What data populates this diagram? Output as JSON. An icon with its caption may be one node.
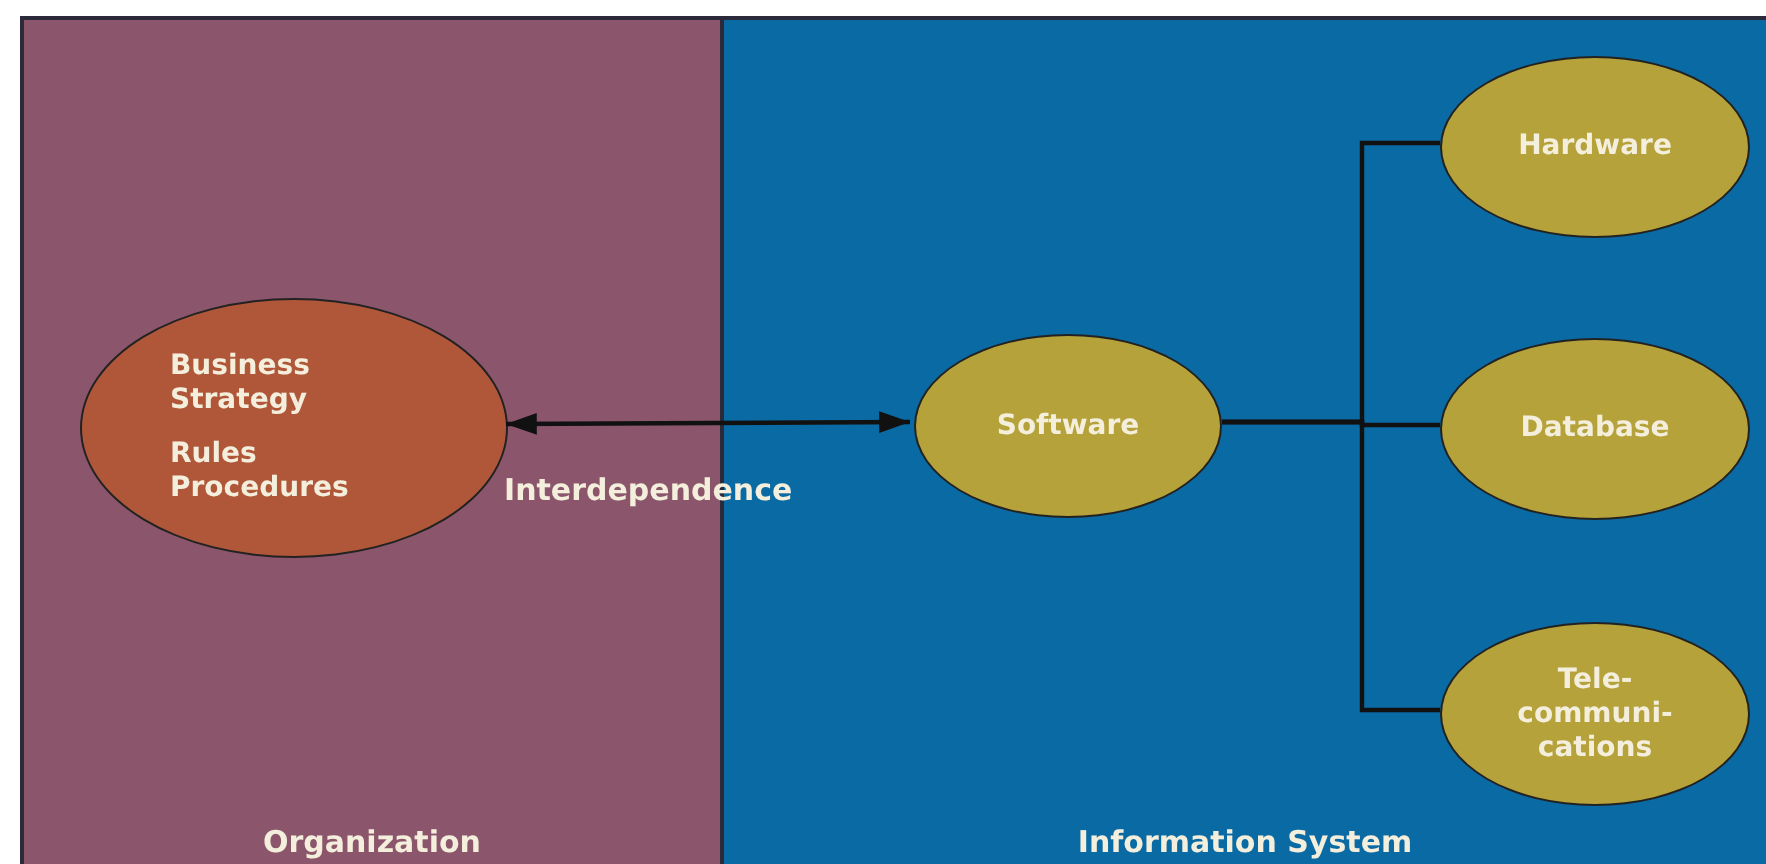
{
  "diagram": {
    "nodes": [
      {
        "text": [
          "Organization"
        ]
      },
      {
        "text": [
          "Information System"
        ]
      },
      {
        "text": [
          "Business Strategy",
          "Rules Procedures"
        ],
        "in": 0
      },
      {
        "text": [
          "Software"
        ],
        "in": 1
      },
      {
        "text": [
          "Hardware"
        ],
        "in": 1
      },
      {
        "text": [
          "Database"
        ],
        "in": 1
      },
      {
        "text": [
          "Tele- communi- cations"
        ],
        "in": 1
      }
    ],
    "edges": [
      {
        "from": 2,
        "to": 3,
        "arrow": "both",
        "label": "Interdependence"
      },
      {
        "from": 3,
        "to": 4,
        "arrow": "none"
      },
      {
        "from": 3,
        "to": 5,
        "arrow": "none"
      },
      {
        "from": 3,
        "to": 6,
        "arrow": "none"
      }
    ]
  }
}
